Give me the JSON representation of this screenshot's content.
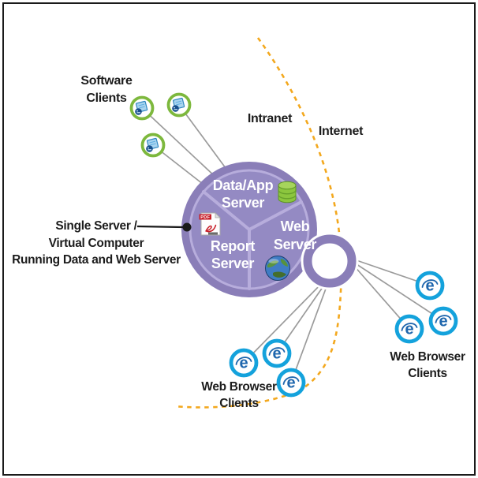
{
  "diagram": {
    "labels": {
      "software_clients": "Software\nClients",
      "intranet": "Intranet",
      "internet": "Internet",
      "single_server_annotation": "Single Server /\nVirtual Computer\nRunning Data and Web Server",
      "web_browser_clients_bottom": "Web Browser\nClients",
      "web_browser_clients_right": "Web Browser\nClients"
    },
    "server_segments": {
      "data_app": "Data/App\nServer",
      "web": "Web\nServer",
      "report": "Report\nServer"
    },
    "icons": {
      "pdf_label": "PDF",
      "ie_glyph": "e"
    },
    "colors": {
      "server_purple": "#8a7eb8",
      "server_purple_inner": "#948ac3",
      "divider_lavender": "#b7addc",
      "software_client_green": "#7db83d",
      "browser_client_blue": "#14a2dc",
      "boundary_dash_gold": "#f3a81e",
      "connector_gray": "#9b9b9b",
      "database_green": "#8cc63e",
      "pdf_red": "#c8202a"
    },
    "counts": {
      "software_clients": 3,
      "web_browser_clients_bottom": 3,
      "web_browser_clients_right": 3
    }
  }
}
